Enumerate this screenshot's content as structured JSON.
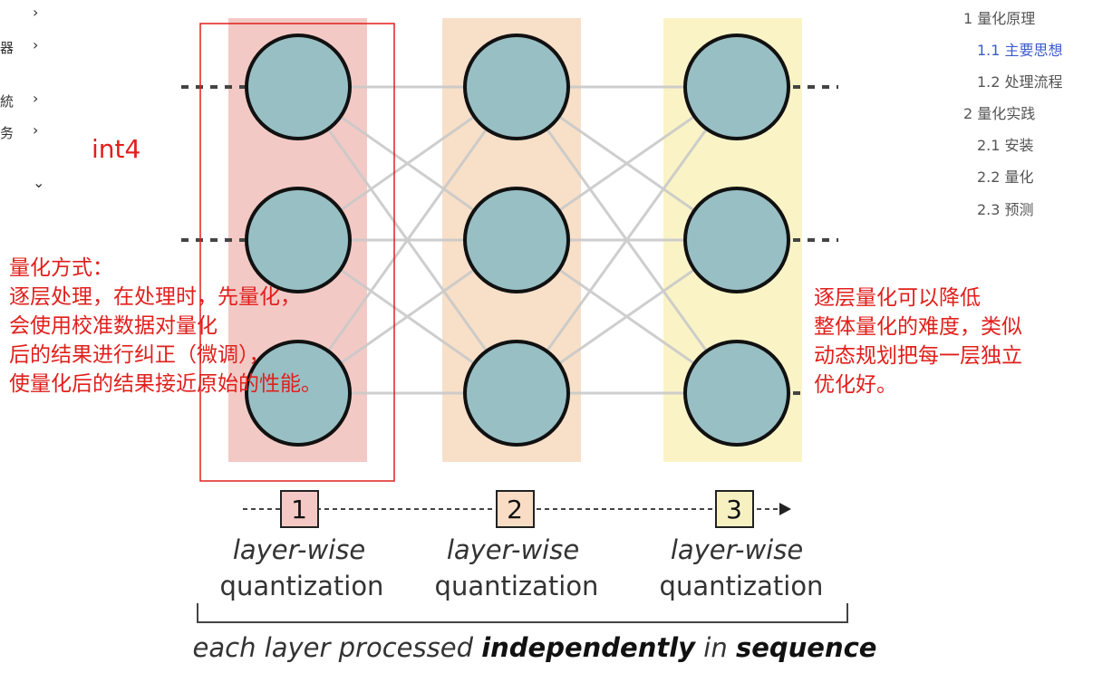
{
  "left_nav": {
    "items": [
      {
        "label": "",
        "chevron": "›"
      },
      {
        "label": "器",
        "chevron": "›"
      },
      {
        "label": "統",
        "chevron": "›"
      },
      {
        "label": "务",
        "chevron": "›"
      },
      {
        "label": "",
        "chevron": "⌄"
      }
    ]
  },
  "toc": {
    "items": [
      {
        "label": "1 量化原理",
        "active": false
      },
      {
        "label": "1.1 主要思想",
        "active": true
      },
      {
        "label": "1.2 处理流程",
        "active": false
      },
      {
        "label": "2 量化实践",
        "active": false
      },
      {
        "label": "2.1 安装",
        "active": false
      },
      {
        "label": "2.2 量化",
        "active": false
      },
      {
        "label": "2.3 预测",
        "active": false
      }
    ]
  },
  "diagram": {
    "steps": [
      {
        "number": "1",
        "line1": "layer-wise",
        "line2": "quantization"
      },
      {
        "number": "2",
        "line1": "layer-wise",
        "line2": "quantization"
      },
      {
        "number": "3",
        "line1": "layer-wise",
        "line2": "quantization"
      }
    ],
    "footer": {
      "part1": "each layer processed ",
      "part2": "independently",
      "part3": " in ",
      "part4": "sequence"
    },
    "colors": {
      "node_fill": "#98bfc4",
      "layer1_bg": "#f3c9c5",
      "layer2_bg": "#f8dfc8",
      "layer3_bg": "#faf3c6",
      "step1_box": "#f4c8c4",
      "step2_box": "#f8dcc4",
      "step3_box": "#f7f1c2"
    }
  },
  "annotations": {
    "int4": "int4",
    "left_note": [
      "量化方式：",
      "逐层处理，在处理时，先量化，",
      "会使用校准数据对量化",
      "后的结果进行纠正（微调），",
      "使量化后的结果接近原始的性能。"
    ],
    "right_note": [
      "逐层量化可以降低",
      "整体量化的难度，类似",
      "动态规划把每一层独立",
      "优化好。"
    ],
    "highlight_color": "#e0201c"
  }
}
